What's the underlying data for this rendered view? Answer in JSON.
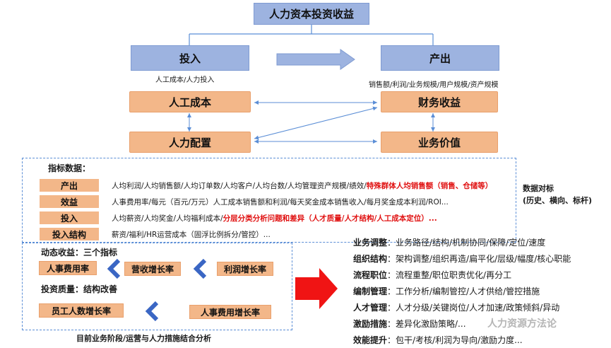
{
  "header": {
    "title": "人力资本投资收益"
  },
  "top": {
    "input_label": "投入",
    "input_sub": "人工成本/人力投入",
    "output_label": "产出",
    "output_sub": "销售额/利润/业务规模/用户规模/资产规模"
  },
  "nodes": {
    "labor_cost": "人工成本",
    "hr_allocation": "人力配置",
    "financial_return": "财务收益",
    "business_value": "业务价值"
  },
  "indicators": {
    "title": "指标数据：",
    "rows": [
      {
        "label": "产出",
        "text": "人均利润/人均销售额/人均订单数/人均客户/人均台数/人均管理资产规模/绩效/",
        "red": "特殊群体人均销售额（销售、仓储等）"
      },
      {
        "label": "效益",
        "text": "人事费用率/每元（百元/万元）人工成本销售额和利润/每天奖金成本销售收入/每月奖金成本利润/ROI...",
        "red": ""
      },
      {
        "label": "投入",
        "text": "人均薪资/人均奖金/人均福利成本/",
        "red": "分层分类分析问题和差异（人才质量/人才结构/人工成本定位）..."
      },
      {
        "label": "投入结构",
        "text": "薪资/福利/HR运营成本（固浮比例拆分/管控）...",
        "red": ""
      }
    ]
  },
  "benchmark": {
    "line1": "数据对标",
    "line2": "(历史、横向、标杆)"
  },
  "dynamic": {
    "title": "动态收益：三个指标",
    "items": [
      "人事费用率",
      "营收增长率",
      "利润增长率"
    ]
  },
  "quality": {
    "title": "投资质量：结构改善",
    "items": [
      "员工人数增长率",
      "人事费用增长率"
    ]
  },
  "footer_caption": "目前业务阶段/运营与人力措施结合分析",
  "measures": [
    {
      "label": "业务调整",
      "text": "：业务路径/结构/机制协同/保障/定位/速度"
    },
    {
      "label": "组织结构",
      "text": "：架构调整/组织再造/扁平化/层级/幅度/核心职能"
    },
    {
      "label": "流程职位",
      "text": "：流程重整/职位职责优化/再分工"
    },
    {
      "label": "编制管理",
      "text": "：工作分析/编制管控/人才供给/管控措施"
    },
    {
      "label": "人才管理",
      "text": "：人才分级/关键岗位/人才加速/政策倾斜/异动"
    },
    {
      "label": "激励措施",
      "text": "：差异化激励策略/..."
    },
    {
      "label": "效能提升",
      "text": "：包干/考核/利润为导向/激励力度..."
    }
  ],
  "watermark": "人力资源方法论",
  "colors": {
    "blue": "#9db3e0",
    "orange": "#f3b789",
    "red": "#e01010",
    "arrow_red": "#f01414",
    "chevron": "#3a66c4",
    "dash": "#5b8ed6"
  }
}
